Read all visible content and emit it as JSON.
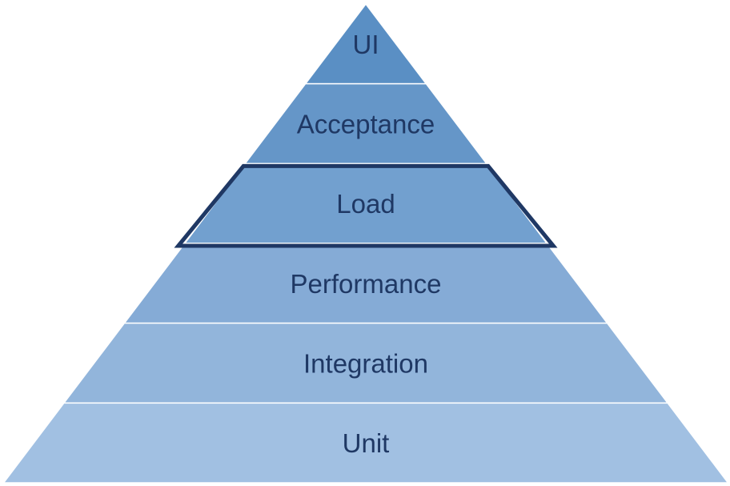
{
  "diagram": {
    "type": "pyramid",
    "highlighted_layer": "Load",
    "layers": [
      {
        "label": "UI",
        "color": "#5a8fc4"
      },
      {
        "label": "Acceptance",
        "color": "#6596c8"
      },
      {
        "label": "Load",
        "color": "#72a0cf"
      },
      {
        "label": "Performance",
        "color": "#85abd6"
      },
      {
        "label": "Integration",
        "color": "#92b5db"
      },
      {
        "label": "Unit",
        "color": "#a1c0e2"
      }
    ],
    "colors": {
      "label_text": "#1f3864",
      "highlight_border": "#1f3864",
      "layer_separator": "#ffffff"
    }
  }
}
